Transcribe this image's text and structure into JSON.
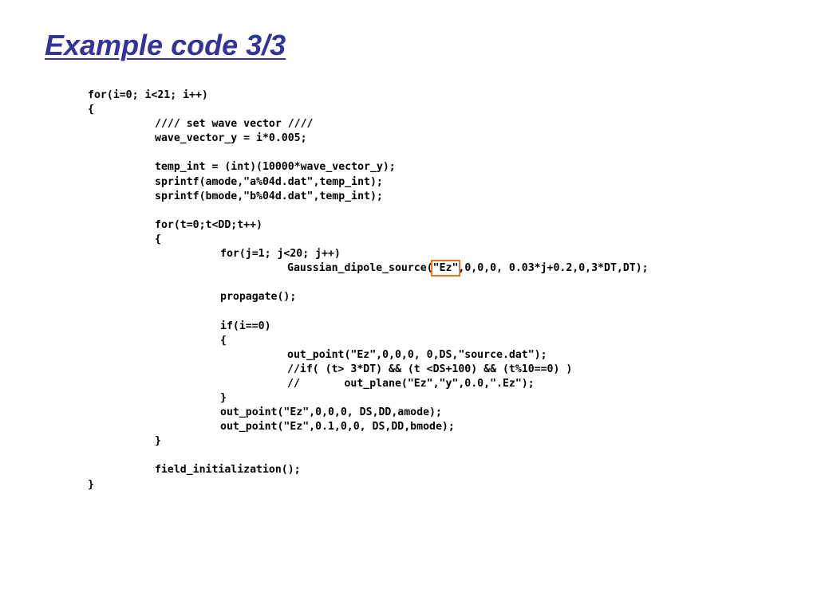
{
  "title": "Example code 3/3",
  "highlight_color": "#e87722",
  "title_color": "#333399",
  "code": {
    "lines": [
      "for(i=0; i<21; i++)",
      "{",
      "//// set wave vector ////",
      "wave_vector_y = i*0.005;",
      "",
      "temp_int = (int)(10000*wave_vector_y);",
      "sprintf(amode,\"a%04d.dat\",temp_int);",
      "sprintf(bmode,\"b%04d.dat\",temp_int);",
      "",
      "for(t=0;t<DD;t++)",
      "{",
      "for(j=1; j<20; j++)",
      "",
      "",
      "propagate();",
      "",
      "if(i==0)",
      "{",
      "out_point(\"Ez\",0,0,0, 0,DS,\"source.dat\");",
      "//if( (t> 3*DT) && (t <DS+100) && (t%10==0) )",
      "//       out_plane(\"Ez\",\"y\",0.0,\".Ez\");",
      "}",
      "out_point(\"Ez\",0,0,0, DS,DD,amode);",
      "out_point(\"Ez\",0.1,0,0, DS,DD,bmode);",
      "}",
      "",
      "field_initialization();",
      "}"
    ],
    "gaussian_line": {
      "prefix": "Gaussian_dipole_source(",
      "highlight": "\"Ez\"",
      "suffix": ",0,0,0, 0.03*j+0.2,0,3*DT,DT);"
    }
  }
}
